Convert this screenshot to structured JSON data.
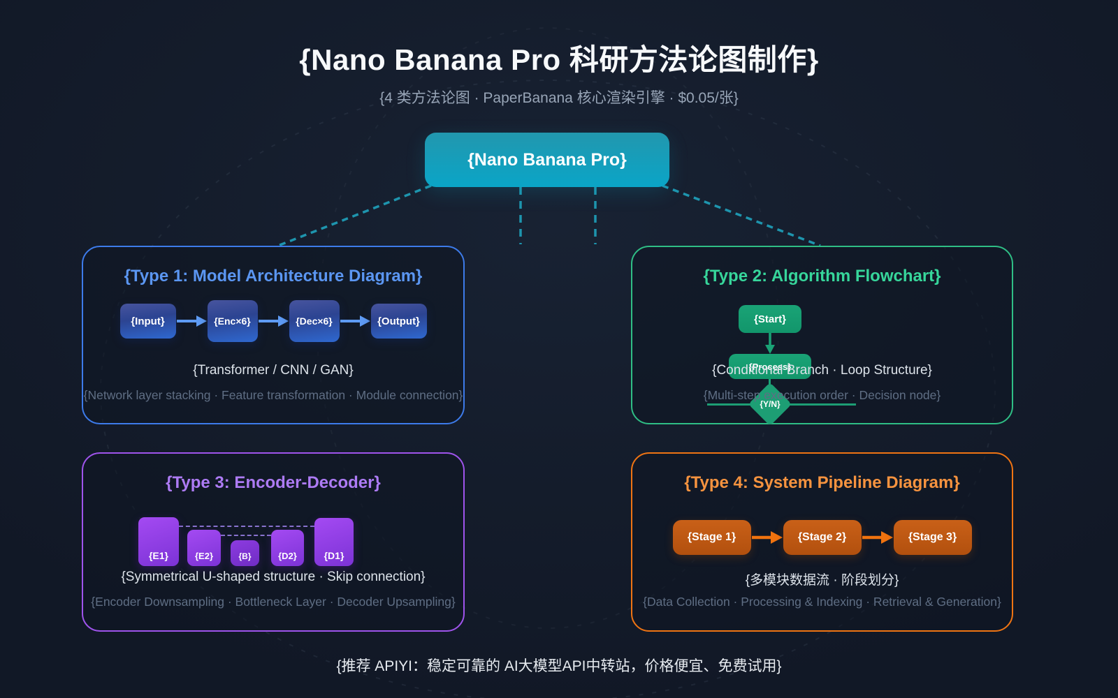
{
  "page": {
    "title": "{Nano Banana Pro 科研方法论图制作}",
    "subtitle": "{4 类方法论图 · PaperBanana 核心渲染引擎 · $0.05/张}",
    "footer": "{推荐 APIYI：稳定可靠的 AI大模型API中转站，价格便宜、免费试用}"
  },
  "root": {
    "label": "{Nano Banana Pro}"
  },
  "type1": {
    "title": "{Type 1: Model Architecture Diagram}",
    "nodes": [
      "{Input}",
      "{Enc×6}",
      "{Dec×6}",
      "{Output}"
    ],
    "caption": "{Transformer / CNN / GAN}",
    "subcaption": "{Network layer stacking · Feature transformation · Module connection}"
  },
  "type2": {
    "title": "{Type 2: Algorithm Flowchart}",
    "start": "{Start}",
    "process": "{Process}",
    "decision": "{Y/N}",
    "caption": "{Conditional Branch · Loop Structure}",
    "subcaption": "{Multi-step execution order · Decision node}"
  },
  "type3": {
    "title": "{Type 3: Encoder-Decoder}",
    "blocks": [
      "{E1}",
      "{E2}",
      "{B}",
      "{D2}",
      "{D1}"
    ],
    "caption": "{Symmetrical U-shaped structure · Skip connection}",
    "subcaption": "{Encoder Downsampling · Bottleneck Layer · Decoder Upsampling}"
  },
  "type4": {
    "title": "{Type 4: System Pipeline Diagram}",
    "stages": [
      "{Stage 1}",
      "{Stage 2}",
      "{Stage 3}"
    ],
    "caption": "{多模块数据流 · 阶段划分}",
    "subcaption": "{Data Collection · Processing & Indexing · Retrieval & Generation}"
  },
  "colors": {
    "background": "#141c2b",
    "root_gradient_top": "#2297ae",
    "root_gradient_bottom": "#0aa5c7",
    "connector_teal": "#1e95ae",
    "type1_accent": "#3d7bea",
    "type1_title": "#5b96f2",
    "type2_accent": "#2fbe85",
    "type2_title": "#37d69b",
    "type3_accent": "#9f54ec",
    "type3_title": "#ad7bf4",
    "type4_accent": "#ef7413",
    "type4_title": "#f6933f",
    "caption": "#dde3ea",
    "subcaption": "#5f6e84"
  }
}
